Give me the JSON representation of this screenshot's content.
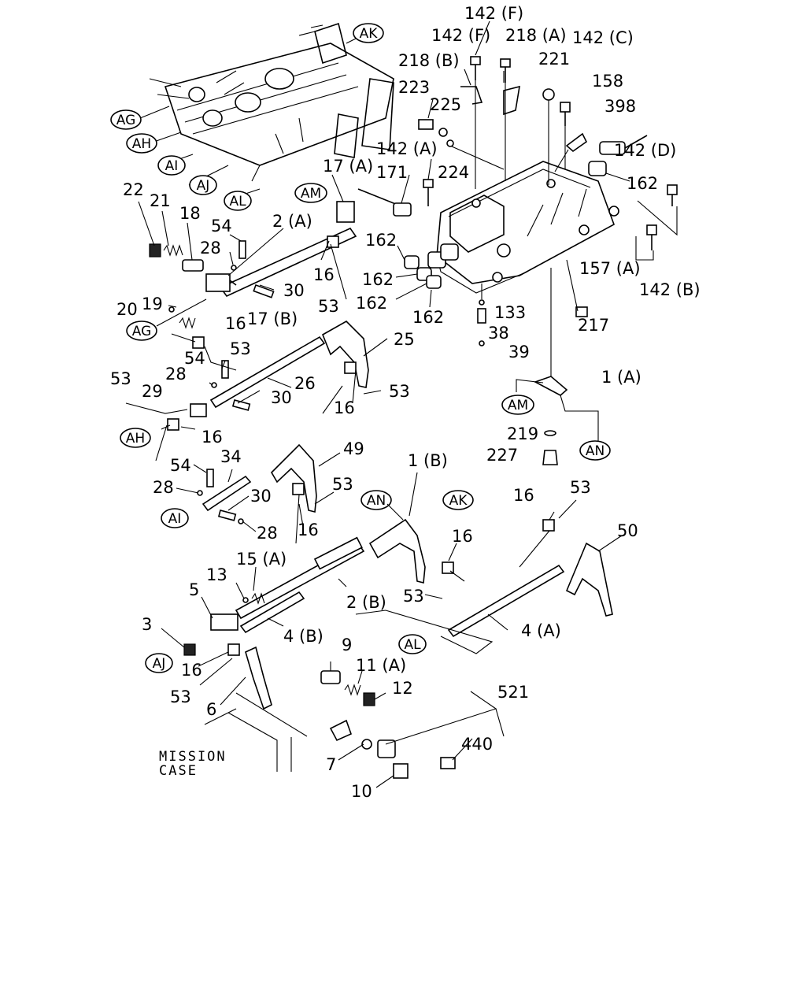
{
  "labels": {
    "p142F_top": "142 (F)",
    "p142F": "142 (F)",
    "p218A": "218 (A)",
    "p218B": "218 (B)",
    "p221": "221",
    "p142C": "142 (C)",
    "p158": "158",
    "p223": "223",
    "p225": "225",
    "p398": "398",
    "p142A": "142 (A)",
    "p224": "224",
    "p142D": "142 (D)",
    "p17A": "17 (A)",
    "p171": "171",
    "p162a": "162",
    "p162b": "162",
    "p162c": "162",
    "p162d": "162",
    "p162e": "162",
    "p22": "22",
    "p21": "21",
    "p18": "18",
    "p54a": "54",
    "p2A": "2 (A)",
    "p28a": "28",
    "p16a": "16",
    "p30a": "30",
    "p157A": "157 (A)",
    "p142B": "142 (B)",
    "p19": "19",
    "p20": "20",
    "p17B": "17 (B)",
    "p16b": "16",
    "p53a": "53",
    "p53b": "53",
    "p133": "133",
    "p38": "38",
    "p39": "39",
    "p217": "217",
    "p25": "25",
    "p54b": "54",
    "p28b": "28",
    "p26": "26",
    "p53c": "53",
    "p29": "29",
    "p30b": "30",
    "p16c": "16",
    "p53d": "53",
    "p1A": "1 (A)",
    "p16d": "16",
    "p219": "219",
    "p227": "227",
    "p49": "49",
    "p34": "34",
    "p54c": "54",
    "p28c": "28",
    "p30c": "30",
    "p53e": "53",
    "p1B": "1 (B)",
    "p16e": "16",
    "p28d": "28",
    "p16f": "16",
    "p53f": "53",
    "p50": "50",
    "p16g": "16",
    "p15A": "15 (A)",
    "p13": "13",
    "p5": "5",
    "p2B": "2 (B)",
    "p53g": "53",
    "p3": "3",
    "p4B": "4 (B)",
    "p4A": "4 (A)",
    "p16h": "16",
    "p9": "9",
    "p11A": "11 (A)",
    "p53h": "53",
    "p12": "12",
    "p6": "6",
    "p521": "521",
    "p440": "440",
    "p7": "7",
    "p10": "10"
  },
  "tags": {
    "AK_top": "AK",
    "AG_top": "AG",
    "AH_top": "AH",
    "AI_top": "AI",
    "AJ_top": "AJ",
    "AL_top": "AL",
    "AM_top": "AM",
    "AG_mid": "AG",
    "AH_mid": "AH",
    "AM_right": "AM",
    "AN_right": "AN",
    "AI_mid": "AI",
    "AN_mid": "AN",
    "AK_mid": "AK",
    "AL_bottom": "AL",
    "AJ_bottom": "AJ"
  },
  "note": {
    "line1": "MISSION",
    "line2": "CASE"
  }
}
